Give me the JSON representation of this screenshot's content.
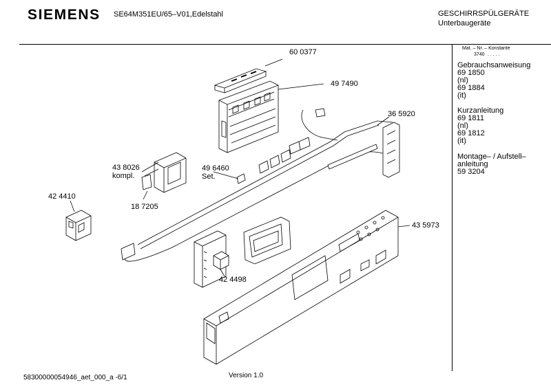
{
  "header": {
    "brand": "SIEMENS",
    "model": "SE64M351EU/65–V01,Edelstahl",
    "category": "GESCHIRRSPÜLGERÄTE",
    "subcategory": "Unterbaugeräte"
  },
  "sidebar": {
    "mat_header": "Mat. – Nr. – Konstante",
    "mat_value": "3740",
    "mat_dots": ". . . . .",
    "sections": [
      {
        "title": "Gebrauchsanweisung",
        "lines": [
          "69 1850",
          "(nl)",
          "69 1884",
          "(it)"
        ]
      },
      {
        "title": "Kurzanleitung",
        "lines": [
          "69 1811",
          "(nl)",
          "69 1812",
          "(it)"
        ]
      },
      {
        "title": "Montage– / Aufstell–",
        "lines": [
          "anleitung",
          "59 3204"
        ]
      }
    ]
  },
  "parts": {
    "p600377": "60 0377",
    "p497490": "49 7490",
    "p365920": "36 5920",
    "p438026": "43 8026",
    "p438026_sub": "kompl.",
    "p496460": "49 6460",
    "p496460_sub": "Set.",
    "p424410": "42 4410",
    "p187205": "18 7205",
    "p435973": "43 5973",
    "p424498": "42 4498"
  },
  "footer": {
    "doc_id": "58300000054946_aet_000_a   -6/1",
    "version": "Version 1.0"
  }
}
